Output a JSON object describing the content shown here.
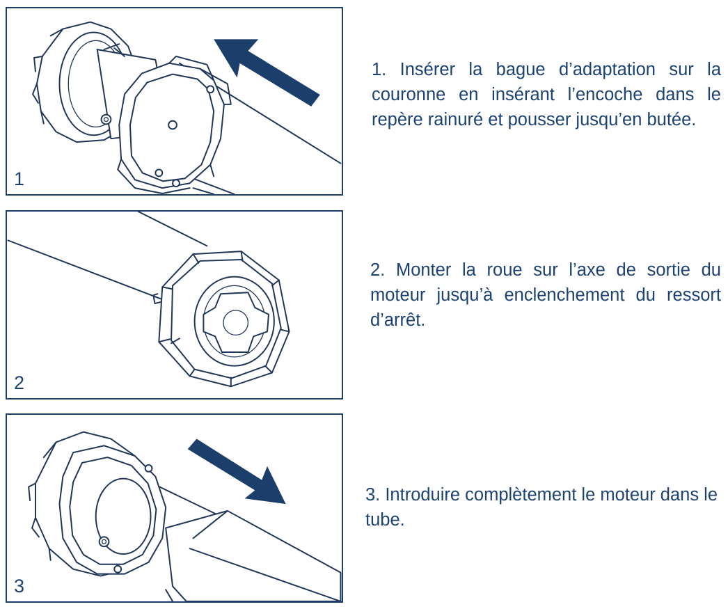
{
  "steps": [
    {
      "number": "1",
      "text": "1. Insérer la bague d’adaptation sur la couronne en insérant l’encoche dans le repère rainuré et pousser jusqu’en butée."
    },
    {
      "number": "2",
      "text": "2. Monter la roue sur l’axe de sortie du moteur jusqu’à enclenchement du ressort d’arrêt."
    },
    {
      "number": "3",
      "text": "3. Introduire complètement le moteur dans le tube."
    }
  ],
  "colors": {
    "text": "#1c4272",
    "frame": "#1c3e6a",
    "arrow": "#1c3e6a",
    "line": "#1f3557"
  }
}
